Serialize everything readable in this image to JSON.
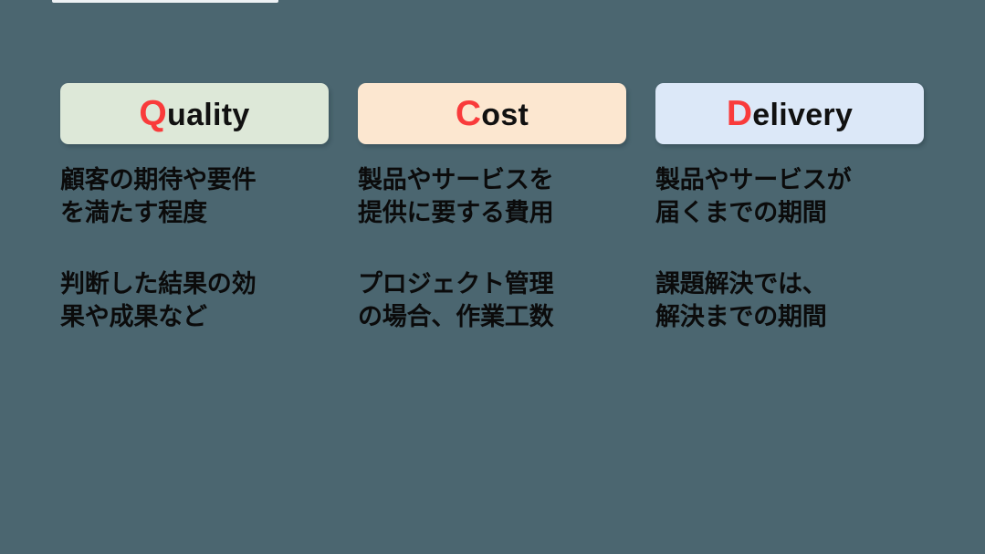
{
  "slide": {
    "background_color": "#4b6670",
    "accent_color": "#f93b3b",
    "text_color": "#0b0b0b",
    "top_strip": {
      "name": "top-strip",
      "color": "#eef2f5"
    }
  },
  "columns": [
    {
      "key": "quality",
      "title_initial": "Q",
      "title_rest": "uality",
      "card_color": "#dde8d8",
      "descriptions": [
        "顧客の期待や要件\nを満たす程度",
        "判断した結果の効\n果や成果など"
      ]
    },
    {
      "key": "cost",
      "title_initial": "C",
      "title_rest": "ost",
      "card_color": "#fce7d0",
      "descriptions": [
        "製品やサービスを\n提供に要する費用",
        "プロジェクト管理\nの場合、作業工数"
      ]
    },
    {
      "key": "delivery",
      "title_initial": "D",
      "title_rest": "elivery",
      "card_color": "#dce8f8",
      "descriptions": [
        "製品やサービスが\n届くまでの期間",
        "課題解決では、\n解決までの期間"
      ]
    }
  ]
}
